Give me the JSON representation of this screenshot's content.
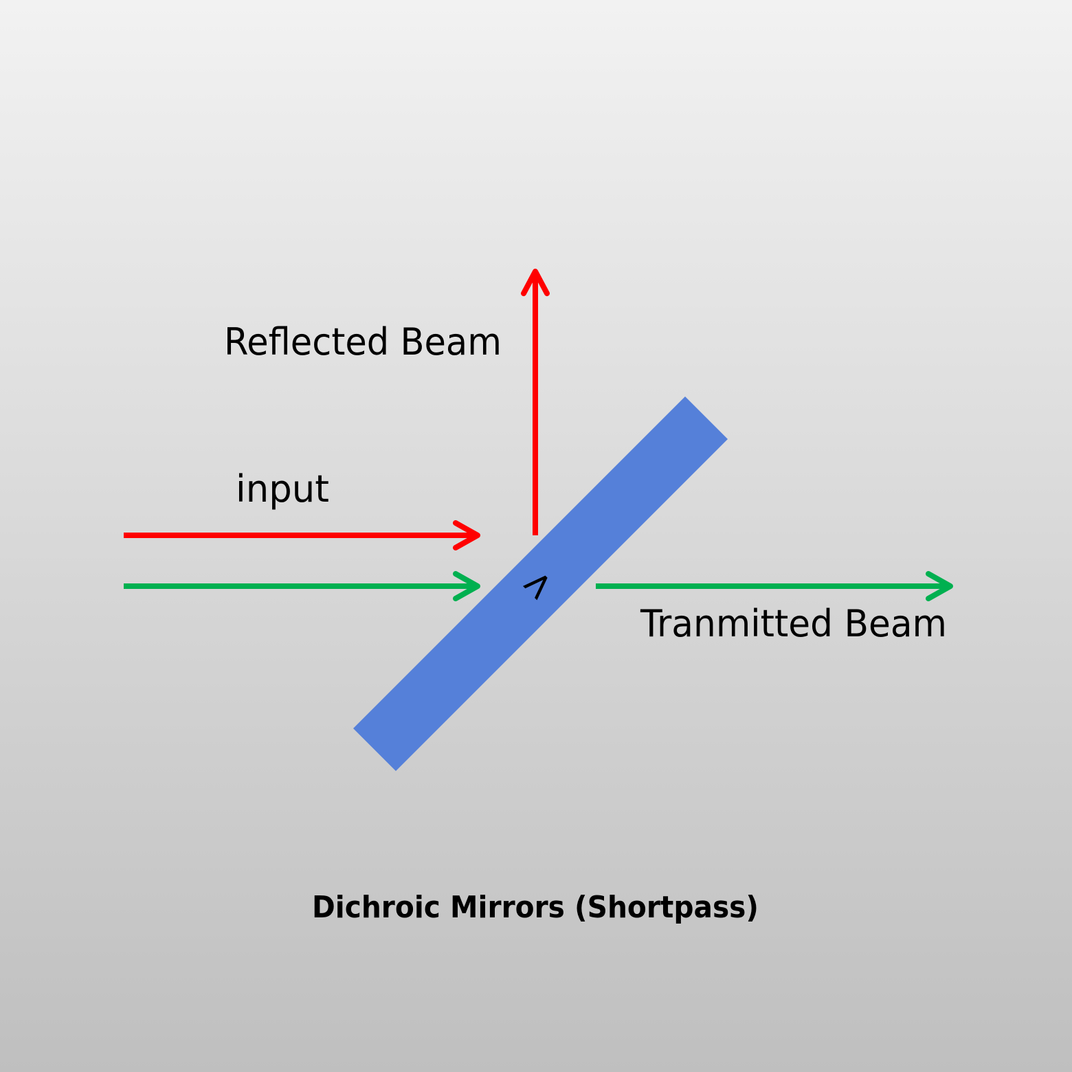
{
  "diagram": {
    "caption": "Dichroic Mirrors (Shortpass)",
    "labels": {
      "reflected": "Reflected Beam",
      "input": "input",
      "transmitted": "Tranmitted Beam",
      "mirror_mark": ">"
    },
    "colors": {
      "reflected_beam": "#ff0000",
      "transmitted_beam": "#00b050",
      "mirror": "#5580d9",
      "text": "#000000"
    }
  }
}
